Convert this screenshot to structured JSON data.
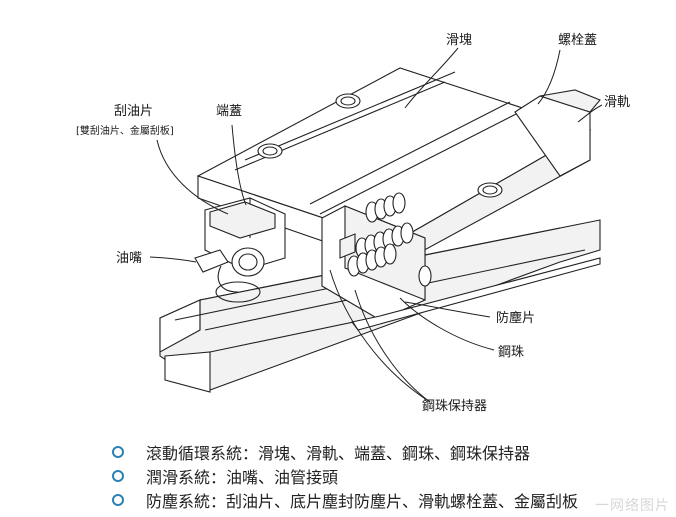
{
  "diagram": {
    "labels": {
      "slider": "滑塊",
      "bolt_cap": "螺栓蓋",
      "rail": "滑軌",
      "scraper": "刮油片",
      "scraper_note": "[雙刮油片、金屬刮板]",
      "end_cap": "端蓋",
      "grease_nipple": "油嘴",
      "dust_seal": "防塵片",
      "steel_ball": "鋼珠",
      "ball_retainer": "鋼珠保持器"
    }
  },
  "bullets": [
    {
      "text": "滾動循環系統：滑塊、滑軌、端蓋、鋼珠、鋼珠保持器"
    },
    {
      "text": "潤滑系統：油嘴、油管接頭"
    },
    {
      "text": "防塵系統：刮油片、底片塵封防塵片、滑軌螺栓蓋、金屬刮板"
    }
  ],
  "colors": {
    "bullet": "#2a82b5",
    "line": "#222222"
  },
  "watermark": "一网络图片"
}
